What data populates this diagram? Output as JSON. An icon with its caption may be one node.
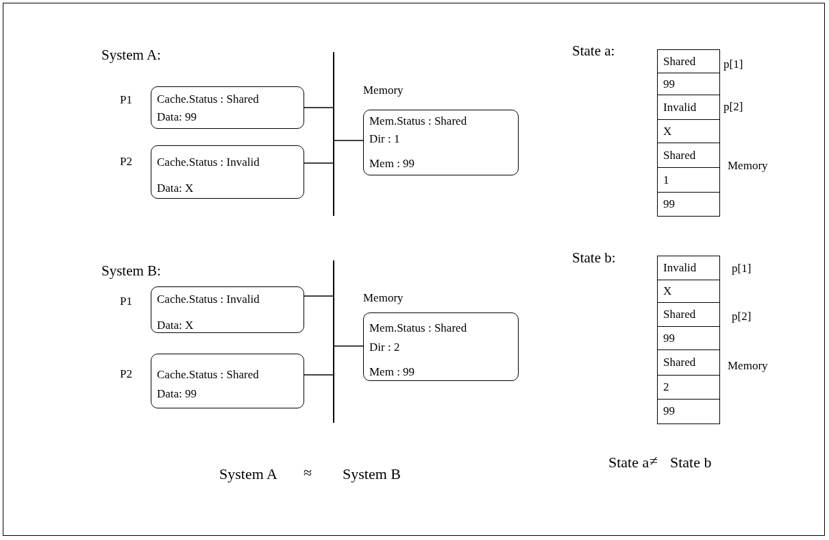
{
  "diagram": {
    "nodes": [
      {
        "text": [
          "Cache.Status : Shared",
          "Data: 99"
        ],
        "beside": [
          "P1"
        ]
      },
      {
        "text": [
          "Cache.Status : Invalid",
          "Data: X"
        ],
        "beside": [
          "P2"
        ]
      },
      {
        "text": [],
        "shape": "bar"
      },
      {
        "text": [
          "Mem.Status : Shared",
          "Dir : 1",
          "Mem : 99"
        ],
        "beside": [
          "Memory"
        ]
      },
      {
        "text": [
          "Cache.Status : Invalid",
          "Data: X"
        ],
        "beside": [
          "P1"
        ]
      },
      {
        "text": [
          "Cache.Status : Shared",
          "Data: 99"
        ],
        "beside": [
          "P2"
        ]
      },
      {
        "text": [],
        "shape": "bar"
      },
      {
        "text": [
          "Mem.Status : Shared",
          "Dir : 2",
          "Mem : 99"
        ],
        "beside": [
          "Memory"
        ]
      }
    ],
    "edges": [
      {
        "from": 0,
        "to": 2,
        "arrow": "none"
      },
      {
        "from": 1,
        "to": 2,
        "arrow": "none"
      },
      {
        "from": 3,
        "to": 2,
        "arrow": "none"
      },
      {
        "from": 4,
        "to": 6,
        "arrow": "none"
      },
      {
        "from": 5,
        "to": 6,
        "arrow": "none"
      },
      {
        "from": 7,
        "to": 6,
        "arrow": "none"
      }
    ],
    "labels": [
      "System A:",
      "State a:",
      "Shared",
      "p[1]",
      "99",
      "Invalid",
      "p[2]",
      "X",
      "Shared",
      "Memory",
      "1",
      "99",
      "System B:",
      "State b:",
      "Invalid",
      "p[1]",
      "X",
      "Shared",
      "p[2]",
      "99",
      "Shared",
      "Memory",
      "2",
      "99",
      "System A",
      "≈",
      "System B",
      "State a",
      "≠",
      "State b"
    ]
  }
}
